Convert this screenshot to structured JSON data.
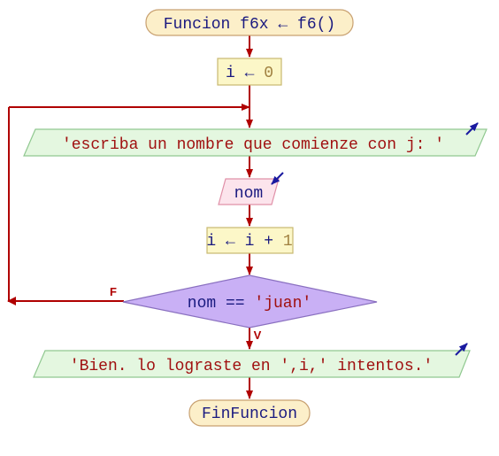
{
  "start_node": {
    "name": "Funcion f6x",
    "arrow": "←",
    "call": "f6()"
  },
  "assign_i": {
    "var": "i",
    "arrow": "←",
    "value": "0"
  },
  "output_1": {
    "text": "'escriba un nombre que comienze con j: '"
  },
  "input_nom": {
    "text": "nom"
  },
  "assign_inc": {
    "var": "i",
    "arrow": "←",
    "lhs": "i",
    "plus": "+",
    "value": "1"
  },
  "decision": {
    "var": "nom",
    "op": "==",
    "value": "'juan'"
  },
  "branch_labels": {
    "false": "F",
    "true": "V"
  },
  "output_2": {
    "text": "'Bien. lo lograste en ',i,' intentos.'"
  },
  "end_node": {
    "text": "FinFuncion"
  },
  "colors": {
    "terminal_fill": "#fcefc9",
    "terminal_stroke": "#c8a070",
    "process_fill": "#fcf7c8",
    "process_stroke": "#c8b870",
    "io_fill": "#e4f7e0",
    "io_stroke": "#90c890",
    "input_fill": "#fce4ec",
    "input_stroke": "#e090a8",
    "decision_fill": "#c9b0f5",
    "decision_stroke": "#8a70c0",
    "arrow": "#b00000",
    "io_icon": "#1a1aa0"
  }
}
